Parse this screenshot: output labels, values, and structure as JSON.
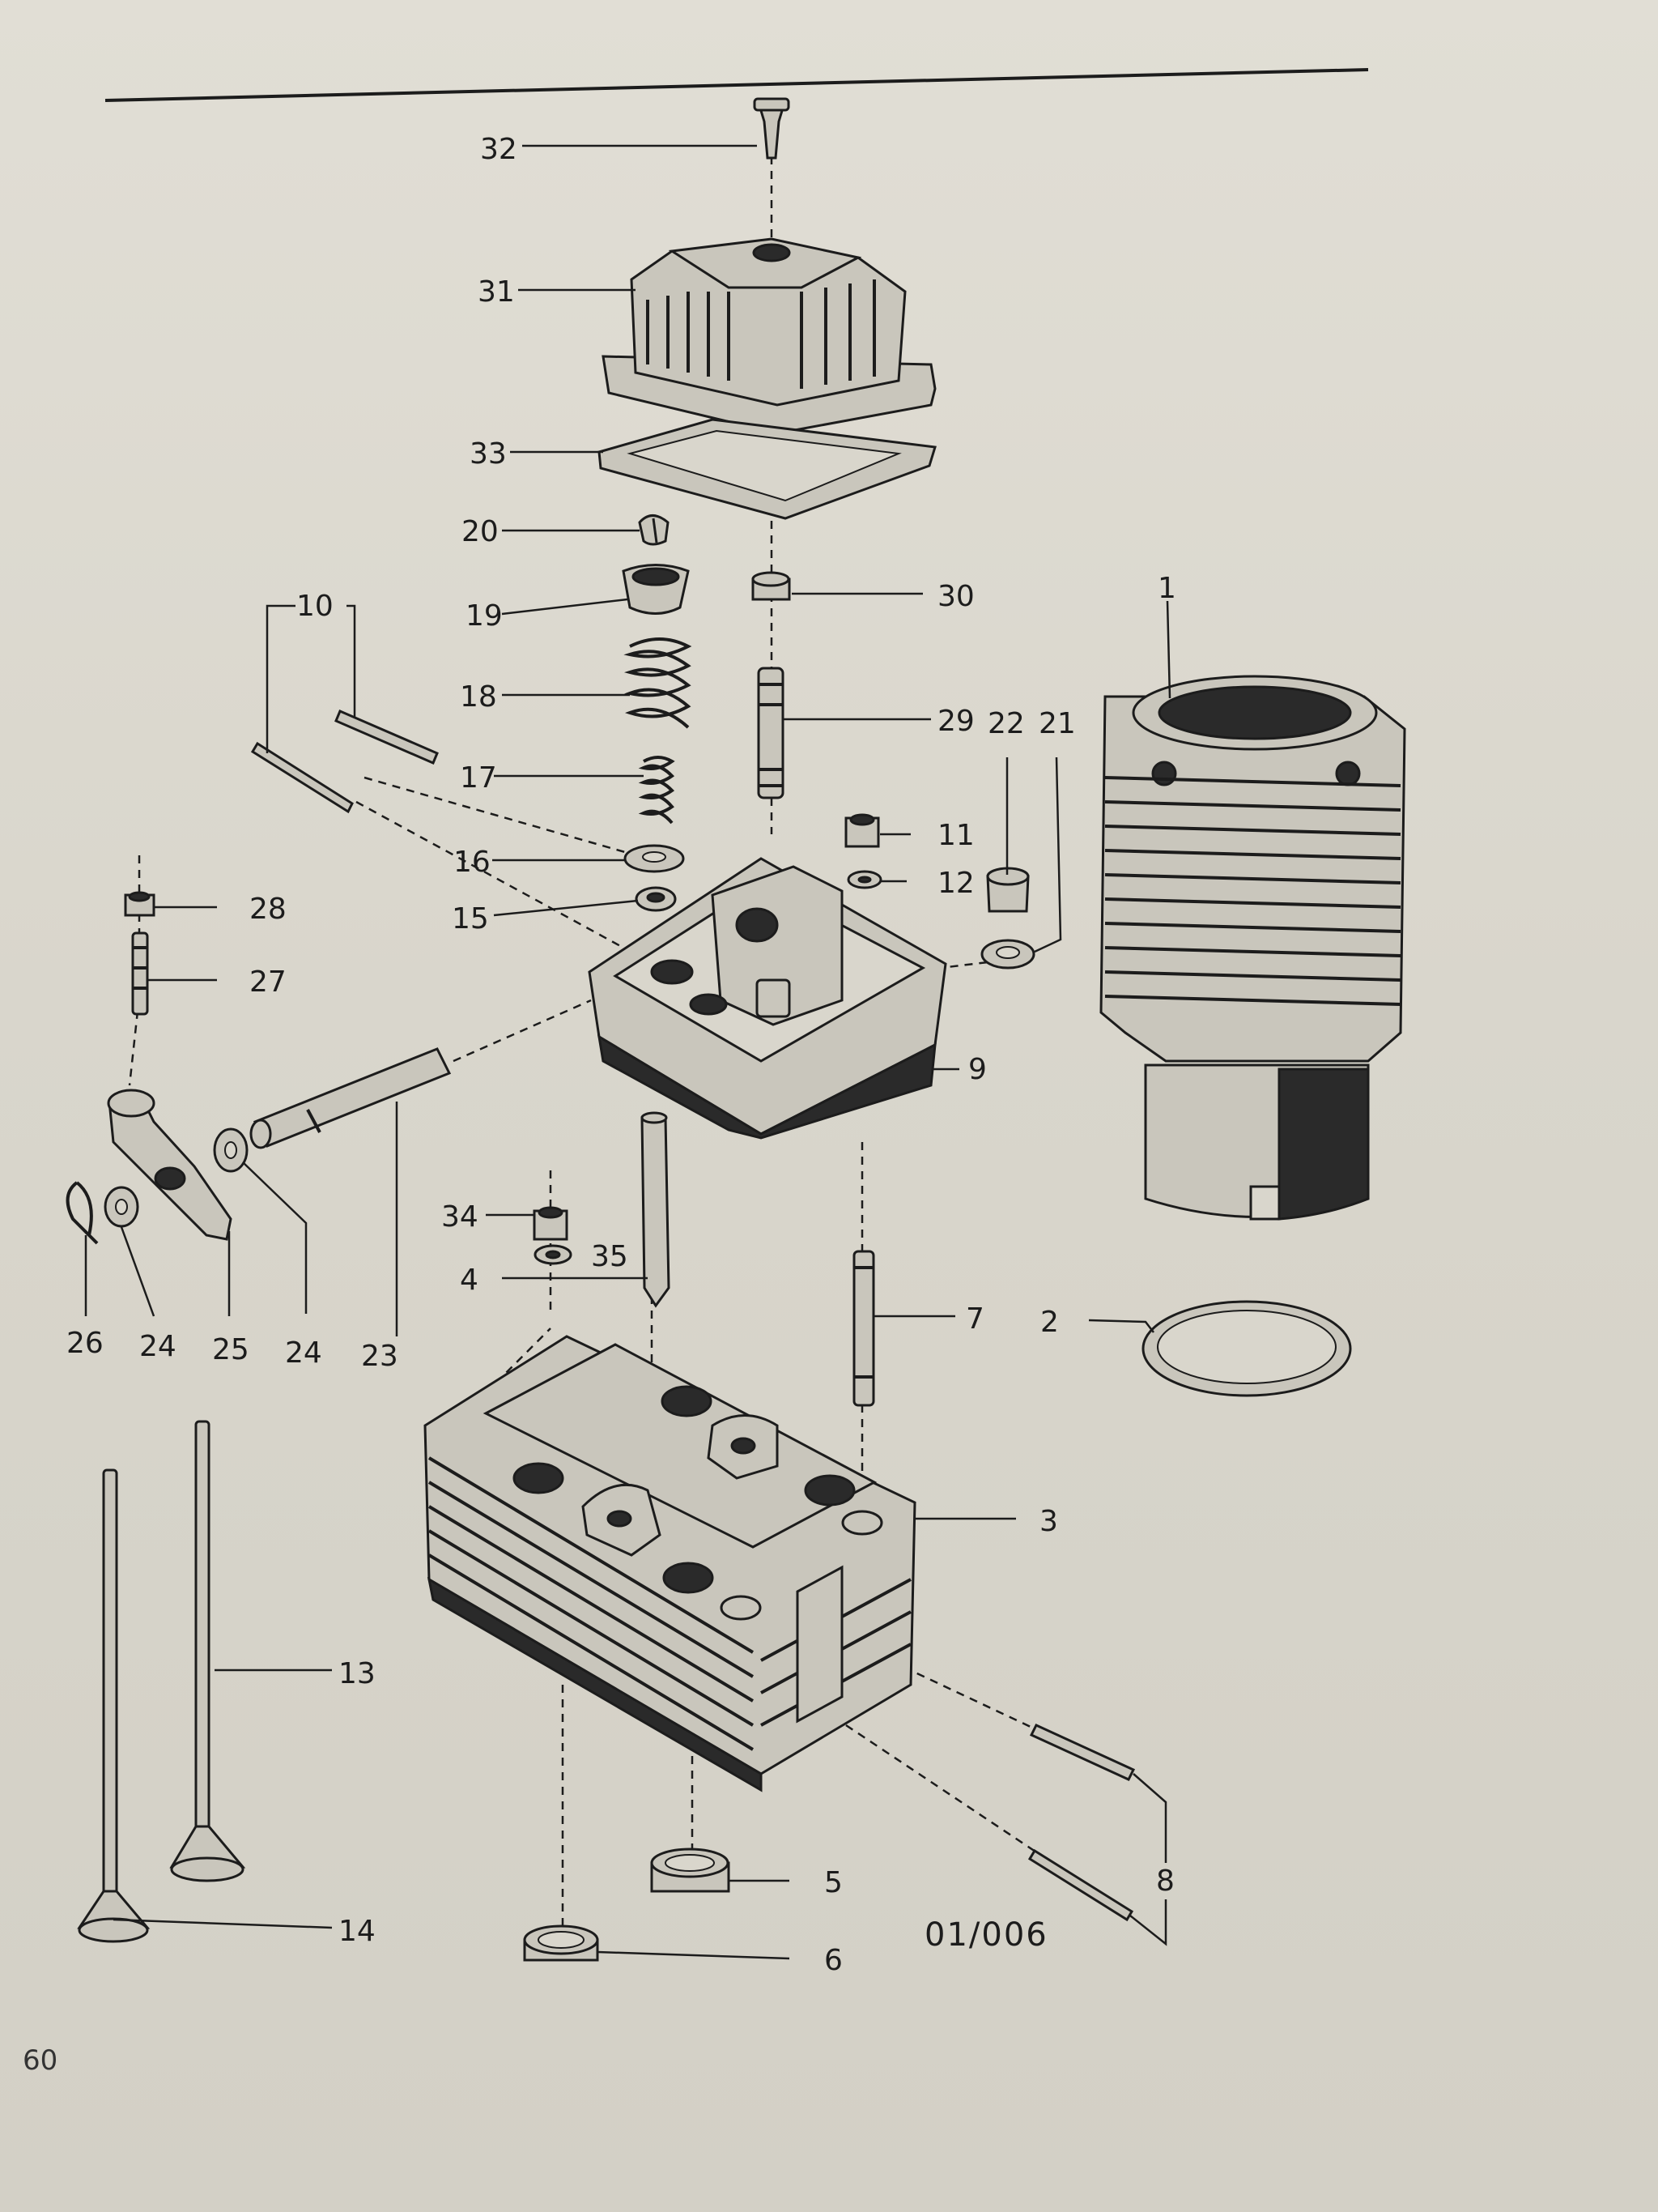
{
  "drawing_code": "01/006",
  "page_number": "60",
  "callouts": {
    "c1": "1",
    "c2": "2",
    "c3": "3",
    "c4": "4",
    "c5": "5",
    "c6": "6",
    "c7": "7",
    "c8": "8",
    "c9": "9",
    "c10": "10",
    "c11": "11",
    "c12": "12",
    "c13": "13",
    "c14": "14",
    "c15": "15",
    "c16": "16",
    "c17": "17",
    "c18": "18",
    "c19": "19",
    "c20": "20",
    "c21": "21",
    "c22": "22",
    "c23": "23",
    "c24a": "24",
    "c24b": "24",
    "c25": "25",
    "c26": "26",
    "c27": "27",
    "c28": "28",
    "c29": "29",
    "c30": "30",
    "c31": "31",
    "c32": "32",
    "c33": "33",
    "c34": "34",
    "c35": "35"
  }
}
